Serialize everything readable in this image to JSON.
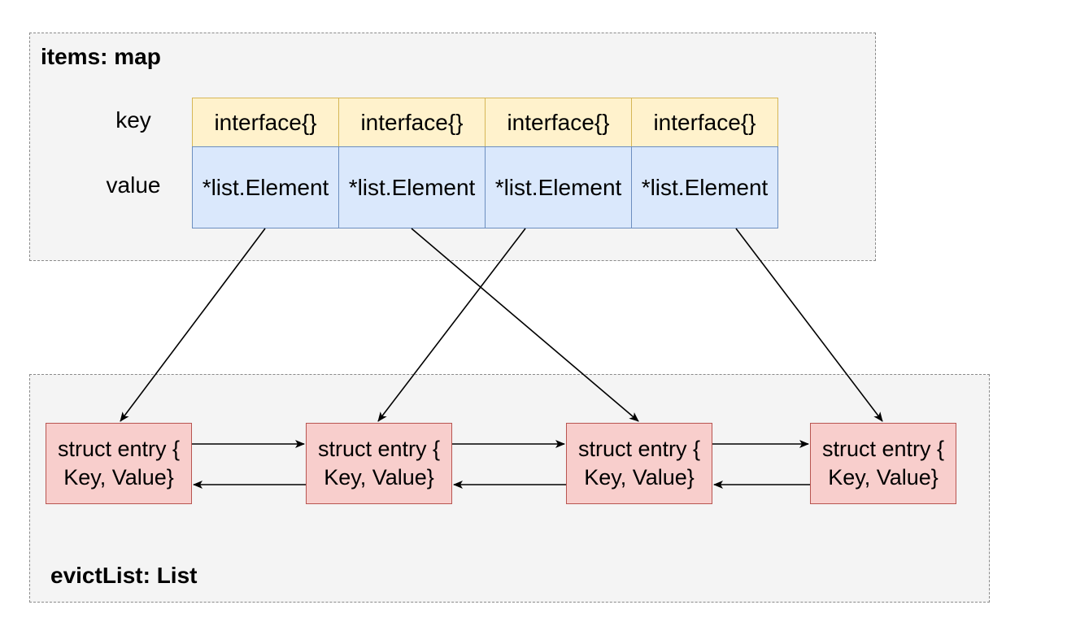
{
  "items_group": {
    "label": "items: map",
    "key_label": "key",
    "value_label": "value",
    "keys": [
      "interface{}",
      "interface{}",
      "interface{}",
      "interface{}"
    ],
    "values": [
      {
        "line1": "*list.",
        "line2": "Element"
      },
      {
        "line1": "*list.",
        "line2": "Element"
      },
      {
        "line1": "*list.",
        "line2": "Element"
      },
      {
        "line1": "*list.",
        "line2": "Element"
      }
    ]
  },
  "evict_group": {
    "label": "evictList: List",
    "entries": [
      {
        "line1": "struct entry {",
        "line2": "Key, Value}"
      },
      {
        "line1": "struct entry {",
        "line2": "Key, Value}"
      },
      {
        "line1": "struct entry {",
        "line2": "Key, Value}"
      },
      {
        "line1": "struct entry {",
        "line2": "Key, Value}"
      }
    ]
  },
  "colors": {
    "key_fill": "#fff2cc",
    "key_stroke": "#d6b656",
    "value_fill": "#dae8fc",
    "value_stroke": "#6c8ebf",
    "entry_fill": "#f8cecc",
    "entry_stroke": "#b85450",
    "group_fill": "#f4f4f4"
  }
}
